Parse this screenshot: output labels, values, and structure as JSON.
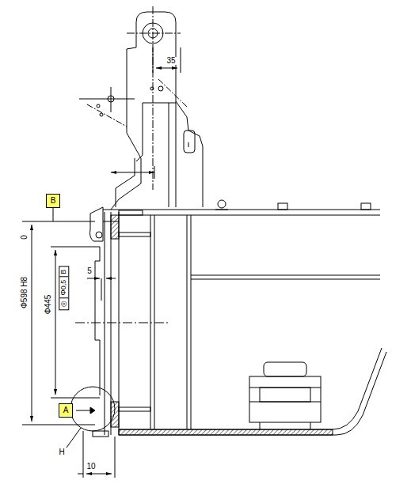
{
  "diagram": {
    "nodes": [
      {
        "text": [
          "B"
        ]
      },
      {
        "text": [
          "◎",
          "Φ0,5",
          "B"
        ]
      },
      {
        "text": [
          "A"
        ]
      }
    ],
    "labels": [
      "35",
      "Φ598 H8",
      "0",
      "Φ445",
      "5",
      "H",
      "10"
    ]
  }
}
